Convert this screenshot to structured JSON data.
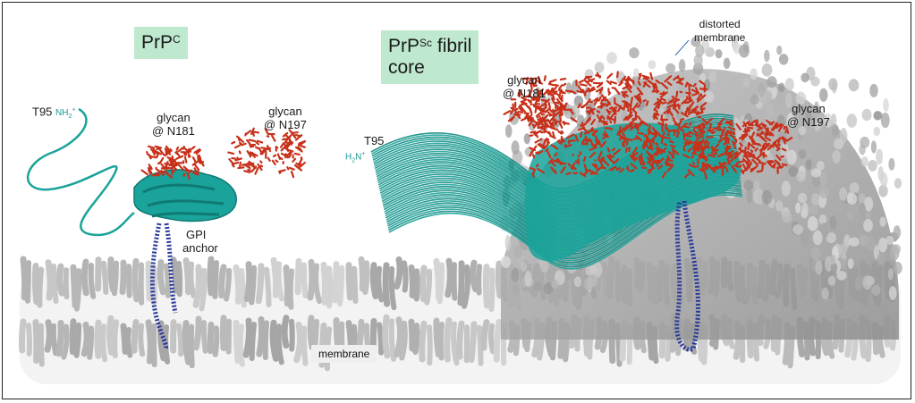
{
  "left_panel": {
    "title_main": "PrP",
    "title_sup": "C",
    "t95": "T95",
    "nterm": "NH",
    "nterm_sub": "2",
    "nterm_sup": "+",
    "glycan1_line1": "glycan",
    "glycan1_line2": "@ N181",
    "glycan2_line1": "glycan",
    "glycan2_line2": "@ N197",
    "gpi_line1": "GPI",
    "gpi_line2": "anchor"
  },
  "right_panel": {
    "title_main": "PrP",
    "title_sup": "Sc",
    "title_rest": " fibril",
    "title_line2": "core",
    "t95": "T95",
    "nterm": "H",
    "nterm_sub": "2",
    "nterm_n": "N",
    "nterm_sup": "+",
    "glycan1_line1": "glycan",
    "glycan1_line2": "@ N181",
    "glycan2_line1": "glycan",
    "glycan2_line2": "@ N197",
    "distorted_line1": "distorted",
    "distorted_line2": "membrane"
  },
  "membrane_label": "membrane",
  "colors": {
    "protein": "#1aa39a",
    "glycan": "#c8301a",
    "gpi_anchor": "#2b3a9a",
    "membrane": "#c9c9c9",
    "label_box": "#bfe9cf"
  }
}
